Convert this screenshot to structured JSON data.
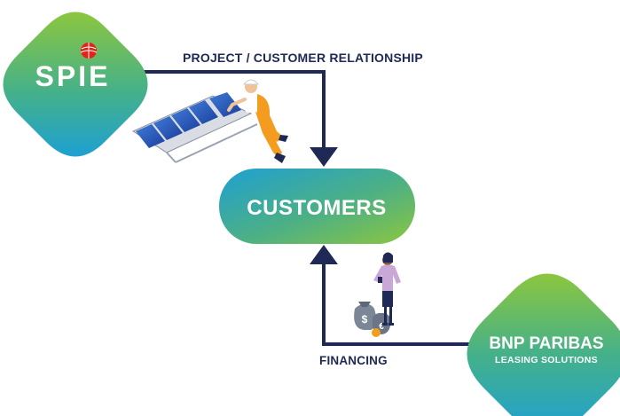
{
  "logos": {
    "spie": "SPIE",
    "bnp_line1": "BNP PARIBAS",
    "bnp_line2": "LEASING SOLUTIONS"
  },
  "center": {
    "label": "CUSTOMERS"
  },
  "flows": {
    "top": "PROJECT / CUSTOMER RELATIONSHIP",
    "bottom": "FINANCING"
  },
  "colors": {
    "gradient_green": "#8cc63f",
    "gradient_blue": "#1ea0d2",
    "arrow": "#1e2a55",
    "spie_red": "#e2231a"
  },
  "icons": [
    "solar-technician-illustration",
    "money-bags-illustration",
    "woman-with-phone-illustration"
  ]
}
